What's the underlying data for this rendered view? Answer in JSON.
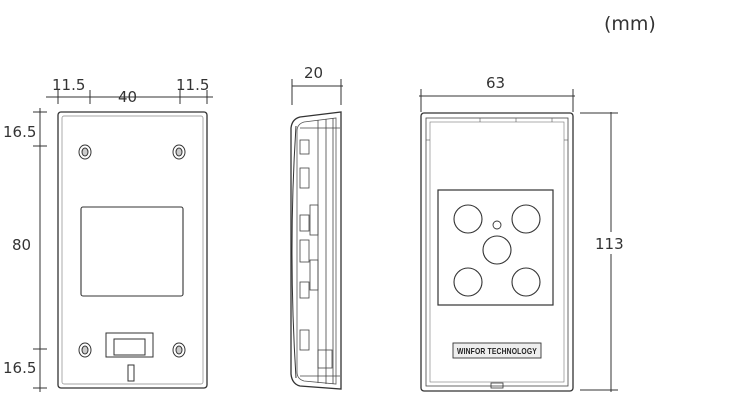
{
  "unit_label": "(mm)",
  "front_view": {
    "width_left": "11.5",
    "width_center": "40",
    "width_right": "11.5",
    "height_top": "16.5",
    "height_middle": "80",
    "height_bottom": "16.5"
  },
  "side_view": {
    "depth": "20"
  },
  "back_view": {
    "width": "63",
    "height": "113",
    "brand_text": "WINFOR TECHNOLOGY"
  },
  "colors": {
    "line": "#333333",
    "body_fill": "#ffffff",
    "label_box": "#eeeeee"
  }
}
